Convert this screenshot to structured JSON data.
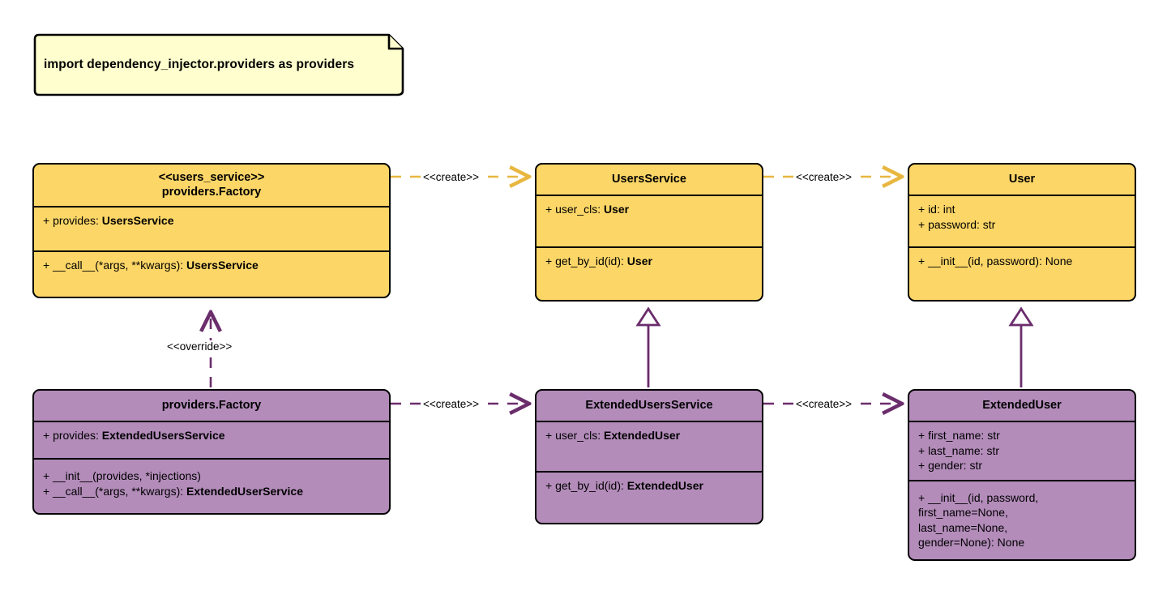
{
  "diagram": {
    "title_note": {
      "text": "import dependency_injector.providers as providers"
    },
    "colors": {
      "yellow_fill": "#FCD667",
      "purple_fill": "#B38CBA",
      "yellow_line": "#E8B740",
      "purple_line": "#6B2D6B",
      "note_fill": "#FEFECE",
      "stroke": "#000000",
      "background": "#FFFFFF"
    },
    "classes": [
      {
        "id": "users-service-factory",
        "stereotype": "<<users_service>>",
        "name": "providers.Factory",
        "fill": "yellow",
        "attributes": [
          {
            "prefix": "+ provides: ",
            "type": "UsersService"
          }
        ],
        "methods": [
          {
            "prefix": "+ __call__(*args, **kwargs): ",
            "type": "UsersService"
          }
        ]
      },
      {
        "id": "users-service",
        "stereotype": "",
        "name": "UsersService",
        "fill": "yellow",
        "attributes": [
          {
            "prefix": "+ user_cls: ",
            "type": "User"
          }
        ],
        "methods": [
          {
            "prefix": "+ get_by_id(id): ",
            "type": "User"
          }
        ]
      },
      {
        "id": "user",
        "stereotype": "",
        "name": "User",
        "fill": "yellow",
        "attributes": [
          {
            "prefix": "+ id: int",
            "type": ""
          },
          {
            "prefix": "+ password: str",
            "type": ""
          }
        ],
        "methods": [
          {
            "prefix": "+ __init__(id, password): None",
            "type": ""
          }
        ]
      },
      {
        "id": "extended-providers-factory",
        "stereotype": "",
        "name": "providers.Factory",
        "fill": "purple",
        "attributes": [
          {
            "prefix": "+ provides: ",
            "type": "ExtendedUsersService"
          }
        ],
        "methods": [
          {
            "prefix": "+ __init__(provides, *injections)",
            "type": ""
          },
          {
            "prefix": "+ __call__(*args, **kwargs): ",
            "type": "ExtendedUserService"
          }
        ]
      },
      {
        "id": "extended-users-service",
        "stereotype": "",
        "name": "ExtendedUsersService",
        "fill": "purple",
        "attributes": [
          {
            "prefix": "+ user_cls: ",
            "type": "ExtendedUser"
          }
        ],
        "methods": [
          {
            "prefix": "+ get_by_id(id): ",
            "type": "ExtendedUser"
          }
        ]
      },
      {
        "id": "extended-user",
        "stereotype": "",
        "name": "ExtendedUser",
        "fill": "purple",
        "attributes": [
          {
            "prefix": "+ first_name: str",
            "type": ""
          },
          {
            "prefix": "+ last_name: str",
            "type": ""
          },
          {
            "prefix": "+ gender: str",
            "type": ""
          }
        ],
        "methods": [
          {
            "prefix": "+ __init__(id, password,\nfirst_name=None,\nlast_name=None,\ngender=None): None",
            "type": ""
          }
        ]
      }
    ],
    "connectors": [
      {
        "id": "create-top-left",
        "label": "<<create>>",
        "style": "dashed",
        "color": "#E8B740",
        "arrow": "open",
        "from": "users-service-factory",
        "to": "users-service"
      },
      {
        "id": "create-top-right",
        "label": "<<create>>",
        "style": "dashed",
        "color": "#E8B740",
        "arrow": "open",
        "from": "users-service",
        "to": "user"
      },
      {
        "id": "create-bot-left",
        "label": "<<create>>",
        "style": "dashed",
        "color": "#6B2D6B",
        "arrow": "open",
        "from": "extended-providers-factory",
        "to": "extended-users-service"
      },
      {
        "id": "create-bot-right",
        "label": "<<create>>",
        "style": "dashed",
        "color": "#6B2D6B",
        "arrow": "open",
        "from": "extended-users-service",
        "to": "extended-user"
      },
      {
        "id": "override",
        "label": "<<override>>",
        "style": "dashed",
        "color": "#6B2D6B",
        "arrow": "open",
        "from": "extended-providers-factory",
        "to": "users-service-factory"
      },
      {
        "id": "inherit-service",
        "label": "",
        "style": "solid",
        "color": "#6B2D6B",
        "arrow": "triangle",
        "from": "extended-users-service",
        "to": "users-service"
      },
      {
        "id": "inherit-user",
        "label": "",
        "style": "solid",
        "color": "#6B2D6B",
        "arrow": "triangle",
        "from": "extended-user",
        "to": "user"
      }
    ]
  }
}
